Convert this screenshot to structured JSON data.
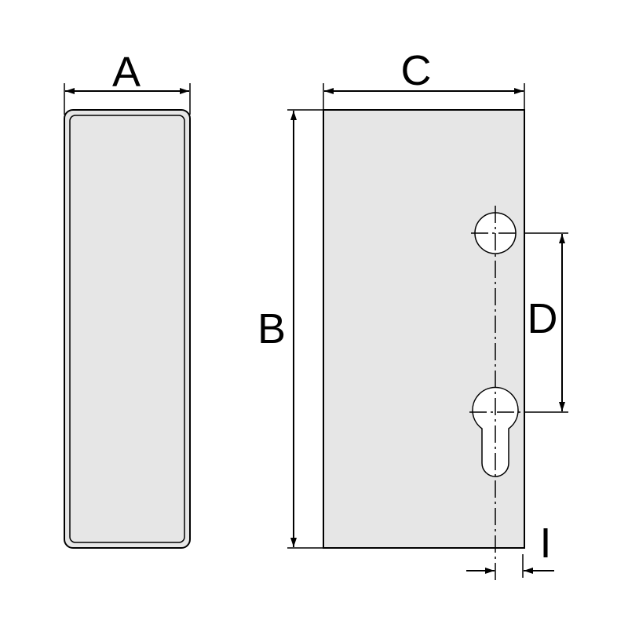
{
  "labels": {
    "a": "A",
    "b": "B",
    "c": "C",
    "d": "D",
    "i": "I"
  },
  "colors": {
    "plate_fill": "#e6e6e6",
    "line": "#000000",
    "background": "#ffffff"
  }
}
